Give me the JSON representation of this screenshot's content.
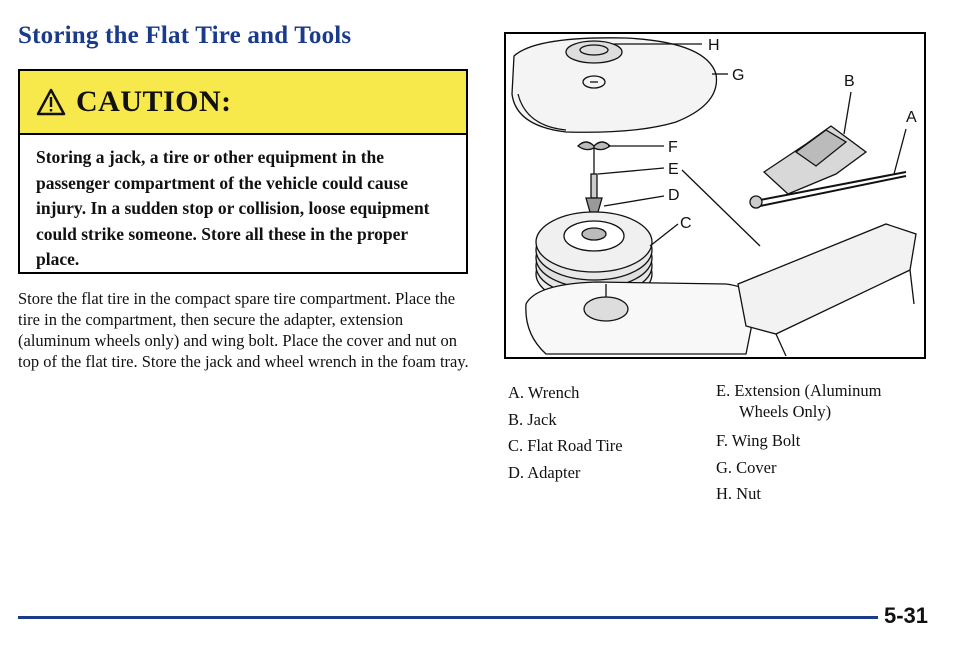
{
  "page": {
    "heading": "Storing the Flat Tire and Tools",
    "page_number": "5-31"
  },
  "caution": {
    "title": "CAUTION:",
    "text": "Storing a jack, a tire or other equipment in the passenger compartment of the vehicle could cause injury. In a sudden stop or collision, loose equipment could strike someone. Store all these in the proper place."
  },
  "body_text": "Store the flat tire in the compact spare tire compartment. Place the tire in the compartment, then secure the adapter, extension (aluminum wheels only) and wing bolt. Place the cover and nut on top of the flat tire. Store the jack and wheel wrench in the foam tray.",
  "figure": {
    "callouts": {
      "h": "H",
      "g": "G",
      "b": "B",
      "a": "A",
      "f": "F",
      "e": "E",
      "d": "D",
      "c": "C"
    }
  },
  "legend": {
    "left": [
      "A. Wrench",
      "B. Jack",
      "C. Flat Road Tire",
      "D. Adapter"
    ],
    "right": [
      "E. Extension (Aluminum Wheels Only)",
      "F. Wing Bolt",
      "G. Cover",
      "H. Nut"
    ]
  },
  "colors": {
    "heading": "#1a3a8a",
    "caution_bar": "#f7e84b",
    "rule": "#1a3a8a"
  }
}
